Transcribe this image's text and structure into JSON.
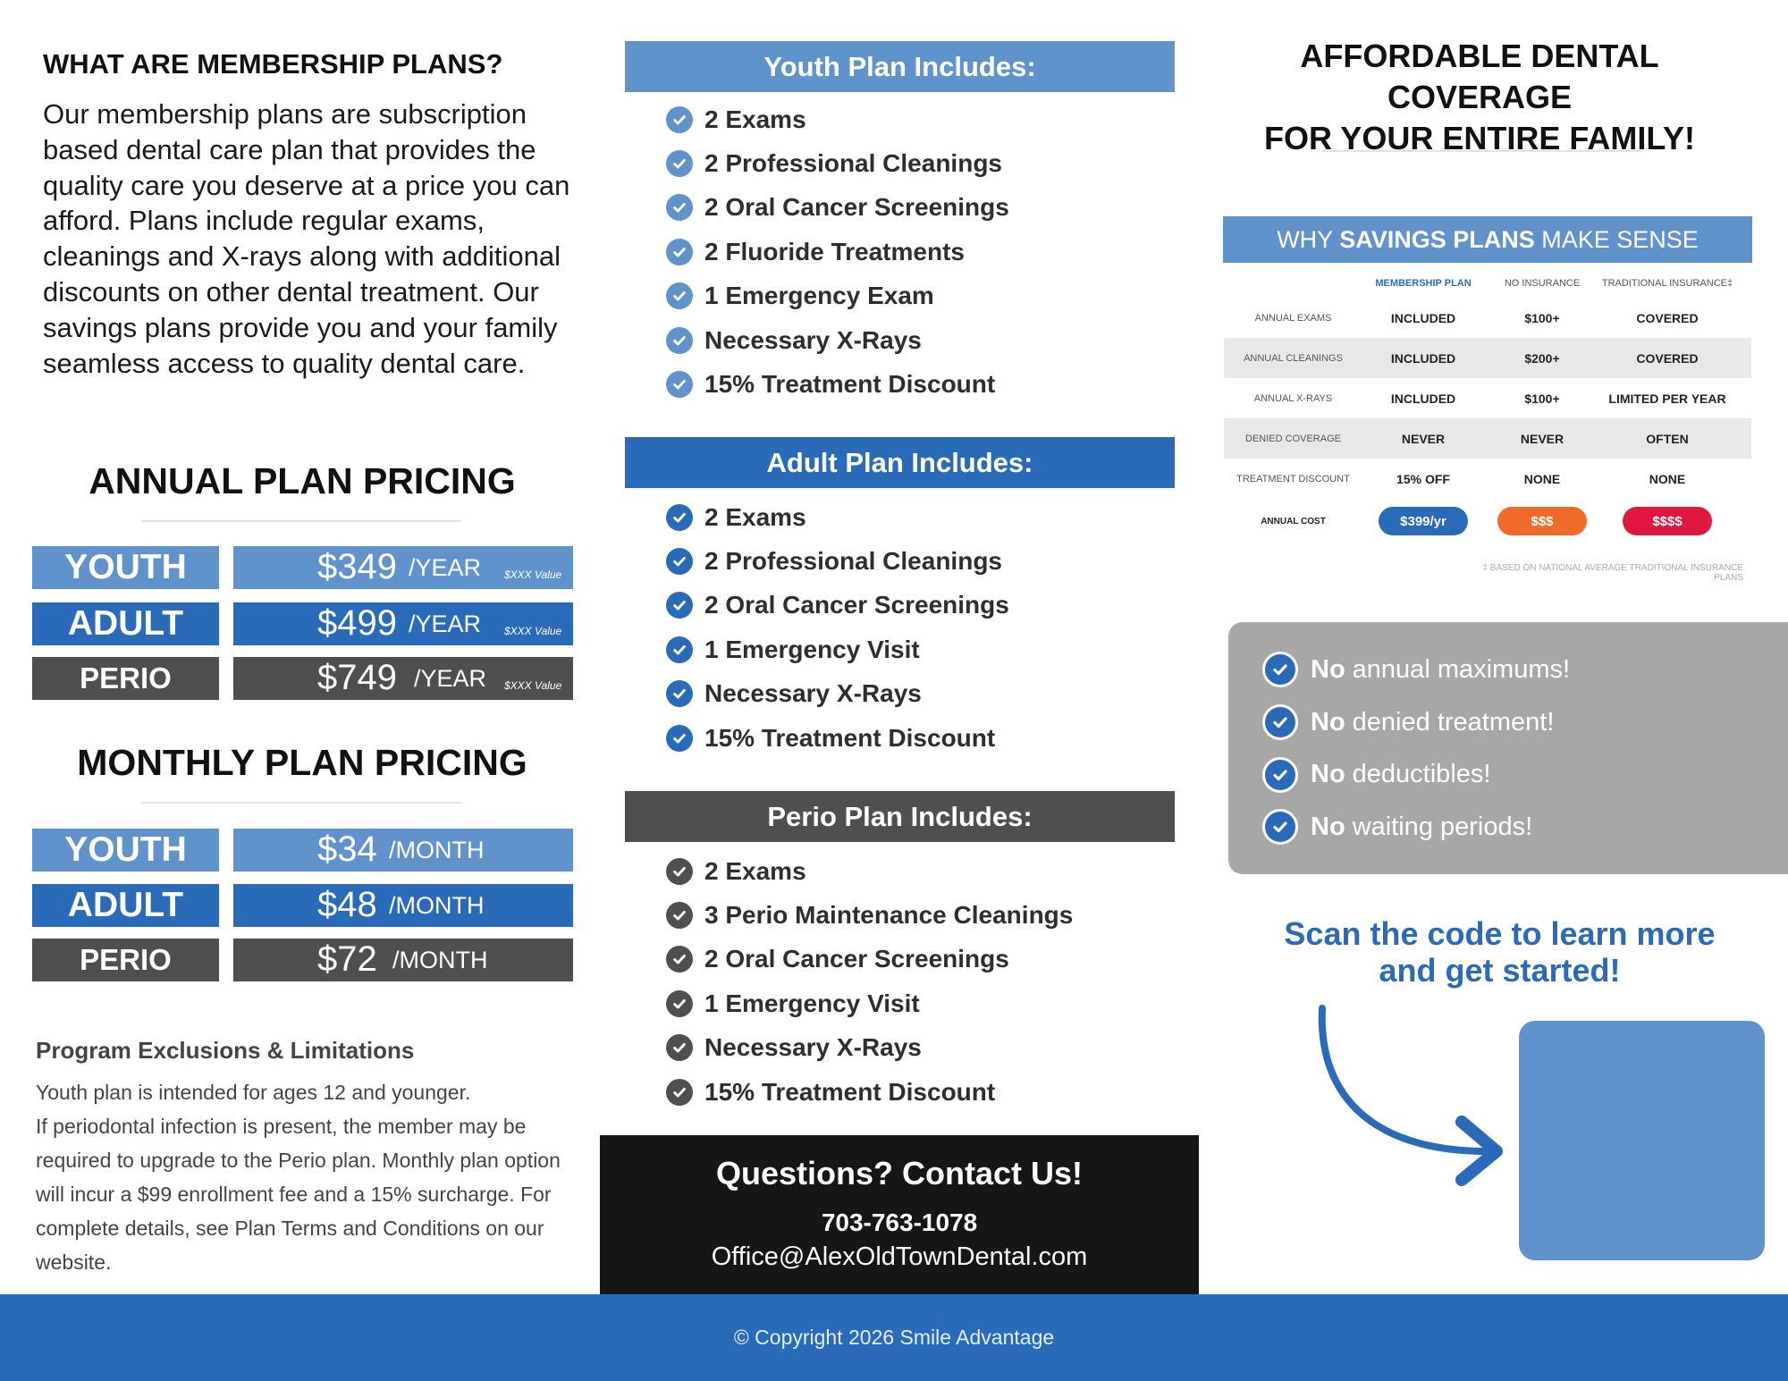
{
  "what": {
    "title": "WHAT ARE MEMBERSHIP PLANS?",
    "body": "Our membership plans are subscription based dental care plan that provides the quality care you deserve at a price you can afford. Plans include regular exams, cleanings and X-rays along with additional discounts on other dental treatment. Our savings plans provide you and your family seamless access to quality dental care."
  },
  "annual": {
    "title": "ANNUAL PLAN PRICING",
    "rows": [
      {
        "label": "YOUTH",
        "amount": "$349",
        "per": "/YEAR",
        "value_note": "$XXX Value"
      },
      {
        "label": "ADULT",
        "amount": "$499",
        "per": "/YEAR",
        "value_note": "$XXX Value"
      },
      {
        "label": "PERIO",
        "amount": "$749",
        "per": "/YEAR",
        "value_note": "$XXX Value"
      }
    ]
  },
  "monthly": {
    "title": "MONTHLY PLAN PRICING",
    "rows": [
      {
        "label": "YOUTH",
        "amount": "$34",
        "per": "/MONTH"
      },
      {
        "label": "ADULT",
        "amount": "$48",
        "per": "/MONTH"
      },
      {
        "label": "PERIO",
        "amount": "$72",
        "per": "/MONTH"
      }
    ]
  },
  "exclusions": {
    "title": "Program Exclusions & Limitations",
    "line1": "Youth plan is intended for ages 12 and younger.",
    "line2": "If periodontal infection is present, the member may be required to upgrade to the Perio plan. Monthly plan option will incur a $99 enrollment fee and a 15% surcharge. For complete details, see Plan Terms and Conditions on our website."
  },
  "plans": {
    "youth": {
      "title": "Youth Plan Includes:",
      "items": [
        "2 Exams",
        "2 Professional Cleanings",
        "2 Oral Cancer Screenings",
        "2 Fluoride Treatments",
        "1 Emergency Exam",
        "Necessary X-Rays",
        "15% Treatment Discount"
      ]
    },
    "adult": {
      "title": "Adult Plan Includes:",
      "items": [
        "2 Exams",
        "2 Professional Cleanings",
        "2 Oral Cancer Screenings",
        "1 Emergency Visit",
        "Necessary X-Rays",
        "15% Treatment Discount"
      ]
    },
    "perio": {
      "title": "Perio Plan Includes:",
      "items": [
        "2 Exams",
        "3 Perio Maintenance Cleanings",
        "2 Oral Cancer Screenings",
        "1 Emergency Visit",
        "Necessary X-Rays",
        "15% Treatment Discount"
      ]
    }
  },
  "contact": {
    "title": "Questions? Contact Us!",
    "phone": "703-763-1078",
    "email": "Office@AlexOldTownDental.com"
  },
  "headline": {
    "line1": "AFFORDABLE DENTAL COVERAGE",
    "line2": "FOR YOUR ENTIRE FAMILY!"
  },
  "why": {
    "title_pre": "WHY ",
    "title_bold": "SAVINGS PLANS",
    "title_post": " MAKE SENSE",
    "headers": [
      "",
      "MEMBERSHIP PLAN",
      "NO INSURANCE",
      "TRADITIONAL INSURANCE‡"
    ],
    "rows": [
      [
        "ANNUAL EXAMS",
        "INCLUDED",
        "$100+",
        "COVERED"
      ],
      [
        "ANNUAL CLEANINGS",
        "INCLUDED",
        "$200+",
        "COVERED"
      ],
      [
        "ANNUAL X-RAYS",
        "INCLUDED",
        "$100+",
        "LIMITED PER YEAR"
      ],
      [
        "DENIED COVERAGE",
        "NEVER",
        "NEVER",
        "OFTEN"
      ],
      [
        "TREATMENT DISCOUNT",
        "15% OFF",
        "NONE",
        "NONE"
      ]
    ],
    "cost": {
      "label": "ANNUAL COST",
      "membership": "$399/yr",
      "no_insurance": "$$$",
      "traditional": "$$$$"
    },
    "note": "‡ BASED ON NATIONAL AVERAGE TRADITIONAL INSURANCE PLANS"
  },
  "benefits": [
    {
      "bold": "No",
      "text": "annual maximums!"
    },
    {
      "bold": "No",
      "text": "denied treatment!"
    },
    {
      "bold": "No",
      "text": "deductibles!"
    },
    {
      "bold": "No",
      "text": "waiting periods!"
    }
  ],
  "scan": {
    "line1": "Scan the code to learn more",
    "line2": "and get started!"
  },
  "footer": {
    "text": "© Copyright 2026 Smile Advantage"
  },
  "colors": {
    "youth": "#6092cb",
    "adult": "#2a6bb9",
    "perio": "#4f4f4f",
    "orange": "#ef6b2a",
    "red": "#e0173f"
  },
  "icons": {
    "check": "check-circle-icon",
    "arrow": "curved-arrow-icon",
    "qr": "qr-code-placeholder"
  }
}
